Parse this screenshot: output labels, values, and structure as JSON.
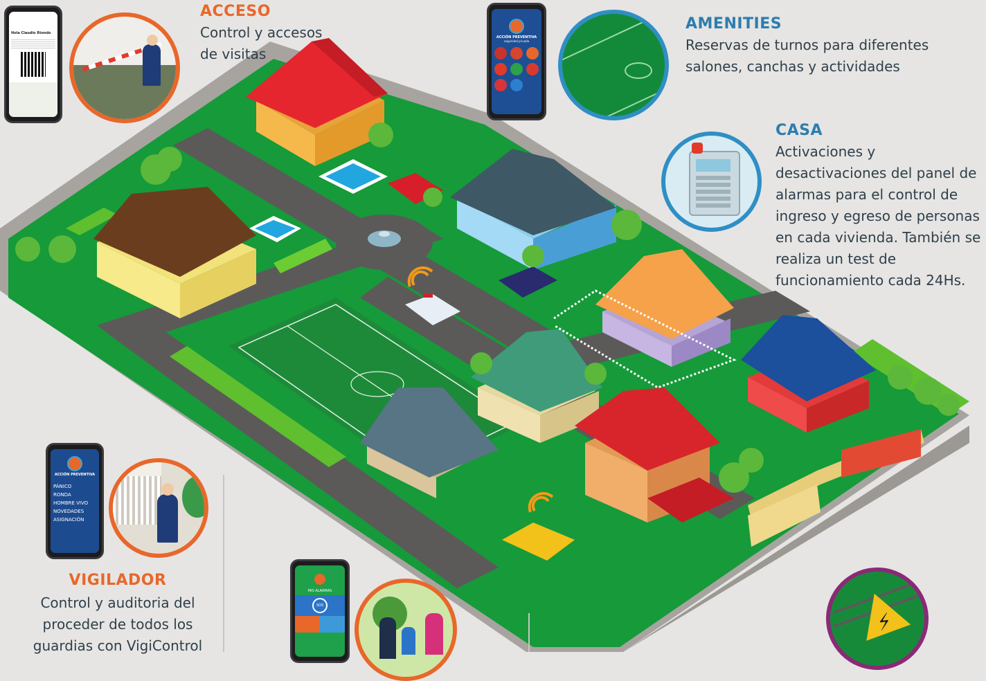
{
  "sections": {
    "acceso": {
      "title": "ACCESO",
      "lines": [
        "Control y accesos",
        "de visitas"
      ]
    },
    "amenities": {
      "title": "AMENITIES",
      "lines": [
        "Reservas de turnos para diferentes",
        "salones, canchas y actividades"
      ]
    },
    "casa": {
      "title": "CASA",
      "lines": [
        "Activaciones y",
        "desactivaciones del panel de",
        "alarmas para el control de",
        "ingreso y egreso de personas",
        "en cada vivienda. También se",
        "realiza un test de",
        "funcionamiento cada 24Hs."
      ]
    },
    "vigilador": {
      "title": "VIGILADOR",
      "lines": [
        "Control y auditoria del",
        "proceder de todos los",
        "guardias con VigiControl"
      ]
    }
  },
  "phone_qr": {
    "greeting": "Hola Claudio Rtondo"
  },
  "phone_app": {
    "brand": "ACCIÓN PREVENTIVA",
    "tagline": "seguridad privada"
  },
  "phone_vigilador": {
    "brand": "ACCIÓN PREVENTIVA",
    "menu": [
      "PÁNICO",
      "RONDA",
      "HOMBRE VIVO",
      "NOVEDADES",
      "ASIGNACIÓN"
    ]
  },
  "phone_alarm": {
    "header": "MIS ALARMAS",
    "sos": "SOS"
  },
  "colors": {
    "title_orange": "#e8672a",
    "title_blue": "#2d7dae",
    "body_text": "#2f3f4a",
    "background": "#e6e5e3",
    "grass": "#169a3a"
  },
  "icons": [
    "guard-barrier-icon",
    "soccer-field-icon",
    "alarm-panel-icon",
    "guard-house-icon",
    "family-icon",
    "electric-fence-warning-icon"
  ]
}
